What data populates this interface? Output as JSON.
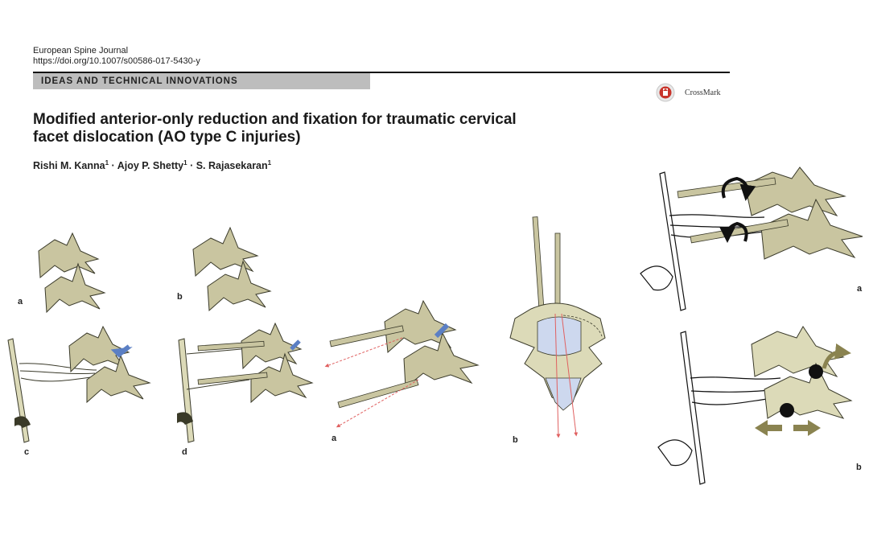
{
  "header": {
    "journal": "European Spine Journal",
    "doi": "https://doi.org/10.1007/s00586-017-5430-y",
    "section": "IDEAS AND TECHNICAL INNOVATIONS",
    "crossmark": "CrossMark"
  },
  "article": {
    "title_line1": "Modified anterior-only reduction and fixation for traumatic cervical",
    "title_line2": "facet dislocation (AO type C injuries)",
    "authors": [
      {
        "name": "Rishi M. Kanna",
        "aff": "1"
      },
      {
        "name": "Ajoy P. Shetty",
        "aff": "1"
      },
      {
        "name": "S. Rajasekaran",
        "aff": "1"
      }
    ],
    "author_sep": " · "
  },
  "figure": {
    "panel_labels": {
      "g1_a": "a",
      "g1_b": "b",
      "g1_c": "c",
      "g1_d": "d",
      "g2_a": "a",
      "g2_b": "b",
      "g3_a": "a",
      "g3_b": "b"
    }
  },
  "colors": {
    "bone_fill": "#c9c5a0",
    "bone_stroke": "#3a3a2a",
    "bone_light": "#dcdab8",
    "arrow_blue": "#5b7fc4",
    "arrow_olive": "#8a8350",
    "laser_red": "#e06060",
    "canal_blue": "#cdd8ee"
  },
  "icons": {
    "crossmark": "crossmark-icon",
    "rotation": "rotation-arrow-icon",
    "push": "push-arrow-icon"
  }
}
